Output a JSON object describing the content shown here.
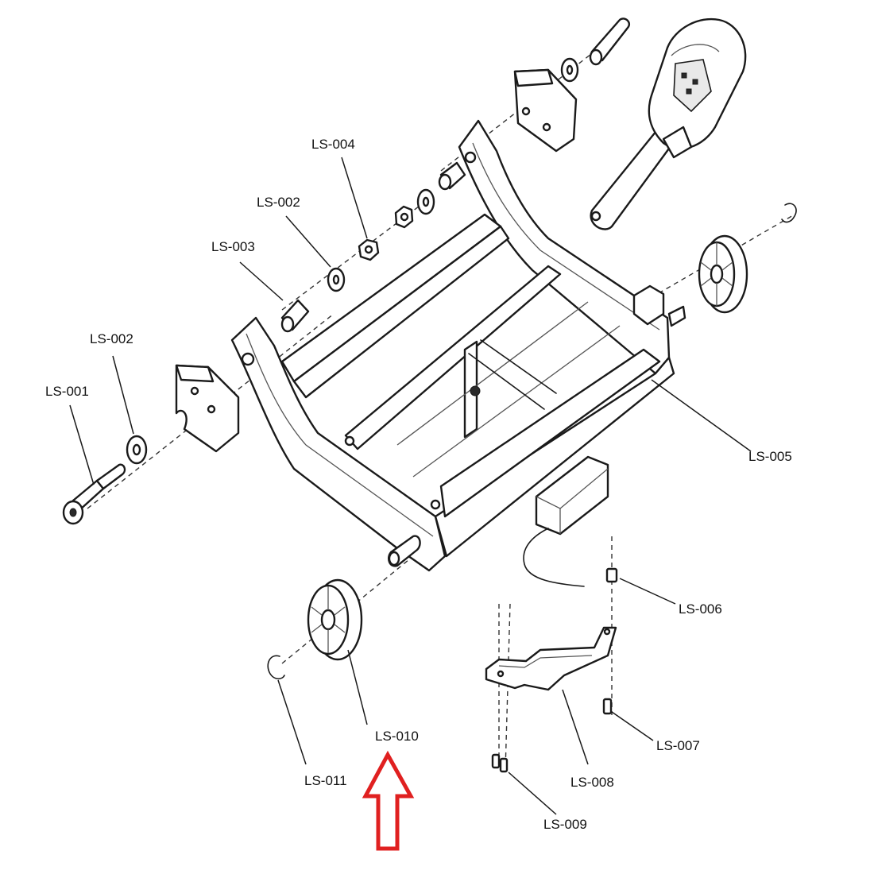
{
  "labels": {
    "ls001": "LS-001",
    "ls002a": "LS-002",
    "ls002b": "LS-002",
    "ls003": "LS-003",
    "ls004": "LS-004",
    "ls005": "LS-005",
    "ls006": "LS-006",
    "ls007": "LS-007",
    "ls008": "LS-008",
    "ls009": "LS-009",
    "ls010": "LS-010",
    "ls011": "LS-011"
  },
  "colors": {
    "line": "#1a1a1a",
    "highlight_arrow": "#e02020",
    "background": "#ffffff"
  },
  "highlight": {
    "icon": "up-arrow-icon",
    "target": "LS-010"
  }
}
